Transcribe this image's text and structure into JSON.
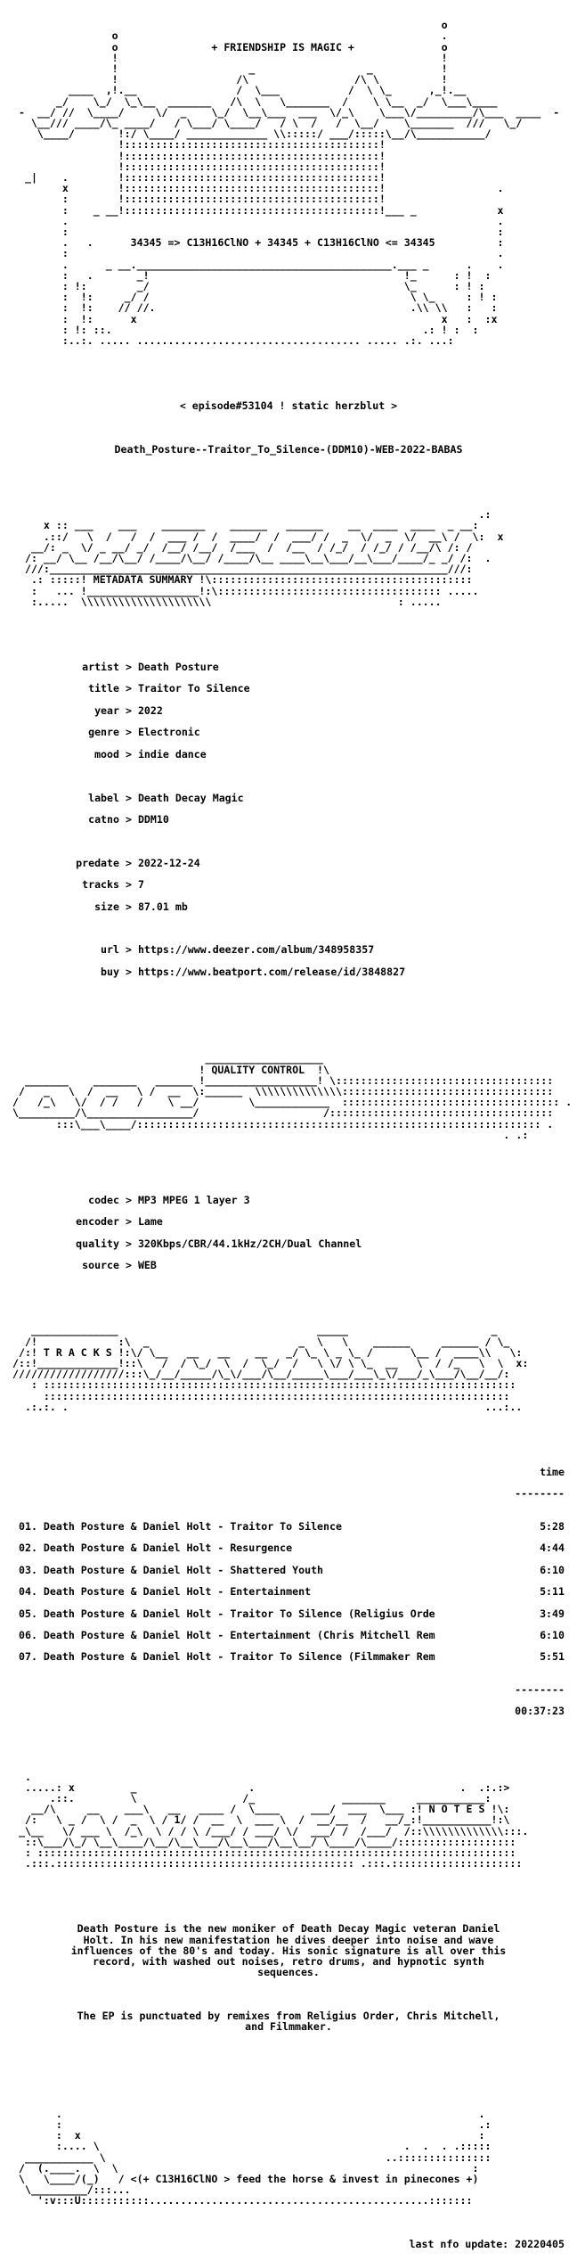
{
  "header_art": "                                                                     o\n                o                                                    .\n                o               + FRIENDSHIP IS MAGIC +              o\n                !                                                    !\n                !                     _                  _           !\n                !                   /\\                 /\\ \\          !\n         ____  ,!.__                /  \\___           /  \\ \\_      ,_!.__\n       _/    \\_/  \\_\\__  _______   /\\  \\   \\_______  /    \\ \\__  _/  \\___\\____\n -  __/ //  \\____/     \\/  _    \\_/  \\__\\___  ___  \\/_\\    \\___\\/_________/\\___  ____  -\n   \\__/// ____/\\_ ____/   / \\___/ \\____/   / \\  /   /  \\__/    \\_______  ///   \\_/\n    \\____/       !:/ \\____/ _____________ \\\\:::::/ ___/:::::\\__/\\___________/ \n                 !:::::::::::::::::::::::::::::::::::::::::!\n                 !:::::::::::::::::::::::::::::::::::::::::!\n                 !:::::::::::::::::::::::::::::::::::::::::!\n  _|    .        !:::::::::::::::::::::::::::::::::::::::::!\n        x        !:::::::::::::::::::::::::::::::::::::::::!                  .\n        :        !:::::::::::::::::::::::::::::::::::::::::!\n        :    _ __!:::::::::::::::::::::::::::::::::::::::::!___ _             x\n        .                                                                     .\n        :                                                                     :\n        .   .      34345 => C13H16ClNO + 34345 + C13H16ClNO <= 34345          :\n        :                                                                     .\n        .      _ __._________________________________________.___ _      .    .\n        :   .       _!                                         !_      : !  :\n        : !:        _/                                         \\_      : ! :\n        :  !:     _/ /                                          \\ \\_     : ! :\n        :  !:    // //.                                         .\\\\ \\\\   :   :\n        :  !:      x                                                 x   :  :x\n        : !: ::.                                                  .: ! :  :\n        :..:. ..... .................................... ..... .:. ...:",
  "release": {
    "episode": "< episode#53104 ! static herzblut >",
    "name": "Death_Posture--Traitor_To_Silence-(DDM10)-WEB-2022-BABAS"
  },
  "metadata_art": "                                                                           .:\n     x :: ___    ___    _______    ______   ______    __  ____  ____  _ __:\n     .::/   \\  /   /  /  ___ /  /  ____/  /  ___/ /  _  \\/  _  \\/  __\\ /  \\:  x\n   __/: _  \\/ _ __/ _/  /__/ /__/  /___  /  /__  / /_/  / /_/ / /__/\\ /: /\n  /: __/ \\__ /__/\\__/ /____/\\__/ /____/\\__ ____\\__\\___/__\\___/____/_ _/ /:  .\n  ///:________________________________________________________________///:\n   .: :::::! METADATA SUMMARY !\\::::::::::::::::::::::::::::::::::::::::::\n   :   ... !__________________!:\\:::::::::::::::::::::::::::::::::::: .....\n   :.....  \\\\\\\\\\\\\\\\\\\\\\\\\\\\\\\\\\\\\\\\\\                              : .....",
  "metadata_label": "METADATA SUMMARY",
  "metadata": {
    "artist": "Death Posture",
    "title": "Traitor To Silence",
    "year": "2022",
    "genre": "Electronic",
    "mood": "indie dance",
    "label": "Death Decay Magic",
    "catno": "DDM10",
    "predate": "2022-12-24",
    "tracks": "7",
    "size": "87.01 mb",
    "url": "https://www.deezer.com/album/348958357",
    "buy": "https://www.beatport.com/release/id/3848827"
  },
  "metadata_keys": {
    "artist": "artist",
    "title": "title",
    "year": "year",
    "genre": "genre",
    "mood": "mood",
    "label": "label",
    "catno": "catno",
    "predate": "predate",
    "tracks": "tracks",
    "size": "size",
    "url": "url",
    "buy": "buy"
  },
  "quality_art": "                               ___________________\n                              ! QUALITY CONTROL  !\\\n  _______    _______   ______ !__________________! \\:::::::::::::::::::::::::::::::::::\n /   _   \\  /  __   \\ /  __  \\:______  \\\\\\\\\\\\\\\\\\\\\\\\\\\\::::::::::::::::::::::::::::::::::\n/   /_\\   \\/  / /   /    \\ __/        \\____________  ::::::::::::::::::::::::::::::::::: .\n\\_________/\\_________________/                    /::::::::::::::::::::::::::::::::::::\n       :::\\___\\____/::::::::::::::::::::::::::::::::::::::::::::::::::::::::::::::::: .\n                                                                               . .:",
  "quality_label": "QUALITY CONTROL",
  "quality": {
    "codec": "MP3 MPEG 1 layer 3",
    "encoder": "Lame",
    "quality": "320Kbps/CBR/44.1kHz/2CH/Dual Channel",
    "source": "WEB"
  },
  "quality_keys": {
    "codec": "codec",
    "encoder": "encoder",
    "quality": "quality",
    "source": "source"
  },
  "tracks_art": "   ______________                                _____                       _\n  /!             :\\  _                        _  \\   \\    ______     ______ / \\_\n /:! T R A C K S !:\\/ \\__   __   __    __   _/ \\_ \\ _ \\_ /      \\__ /  ____\\\\   \\:\n/::!_____________!::\\   /  / \\_/  \\  /  \\_/  /   \\ \\/ \\ \\_  __   \\  / /_   \\  \\  x:\n//////////////////:::\\_/__/_____/\\_\\/___/\\__/_____\\___/___\\_\\/___/_\\___/\\__/__/:\n   : ::::::::::::::::::::::::::::::::::::::::::::::::::::::::::::::::::::::::::::\n     :::::::::::::::::::::::::::::::::::::::::::::::::::::::::::::::::::::::::::\n  .:.:. .                                                                   ...:..",
  "tracks_label": "T R A C K S",
  "tracklist": {
    "time_header": "time",
    "separator": "--------",
    "items": [
      {
        "num": "01.",
        "title": "Death Posture & Daniel Holt - Traitor To Silence",
        "time": "5:28"
      },
      {
        "num": "02.",
        "title": "Death Posture & Daniel Holt - Resurgence",
        "time": "4:44"
      },
      {
        "num": "03.",
        "title": "Death Posture & Daniel Holt - Shattered Youth",
        "time": "6:10"
      },
      {
        "num": "04.",
        "title": "Death Posture & Daniel Holt - Entertainment",
        "time": "5:11"
      },
      {
        "num": "05.",
        "title": "Death Posture & Daniel Holt - Traitor To Silence (Religius Orde",
        "time": "3:49"
      },
      {
        "num": "06.",
        "title": "Death Posture & Daniel Holt - Entertainment (Chris Mitchell Rem",
        "time": "6:10"
      },
      {
        "num": "07.",
        "title": "Death Posture & Daniel Holt - Traitor To Silence (Filmmaker Rem",
        "time": "5:51"
      }
    ],
    "total_separator": "--------",
    "total": "00:37:23"
  },
  "notes_art": "  .\n  .....: x         _                  .                                 .  .:.:>\n      .::.         \\                 /_              _______     ___________:\n   __/\\     __    ___\\   __   ____ /  \\____     ___/  ___  \\___ :! N O T E S !\\:\n  /:   \\ _ /  \\ /  _  \\ / 1/ /  __  \\  ___ \\  /  __/__  /   __/_:!___________!:\\\n _\\__   \\/ ___ \\  /_\\  \\ / / \\ /___/ / ___/ \\/  ___/ /  /___/  /::\\\\\\\\\\\\\\\\\\\\\\\\\\:::.\n  ::\\___/\\_/ \\__\\____/\\__/\\__\\___/\\__\\___/\\__\\__/ \\____/\\____/:::::::::::::::::::\n  : :::::::::::::::::::::::::::::::::::::::::::::::::::::::::::::::::::::::::::::\n  .:::.:::::::::::::::::::::::::::::::::::::::::::::::: .:::.:::::::::::::::::::::",
  "notes_label": "N O T E S",
  "notes": {
    "paragraph1": "Death Posture is the new moniker of Death Decay Magic veteran Daniel\nHolt. In his new manifestation he dives deeper into noise and wave\ninfluences of the 80's and today. His sonic signature is all over this\nrecord, with washed out noises, retro drums, and hypnotic synth\nsequences.",
    "paragraph2": "The EP is punctuated by remixes from Religius Order, Chris Mitchell,\nand Filmmaker."
  },
  "footer_art": "       .                                                                   .\n       :                                                                   .:\n       :  x                                                                :\n       :.... \\                                                 .  .  . .:::::\n  ___________ \\                                             ..:::::::::::::::\n /  (.____.  \\  \\                                                         :\n \\   \\____/(_)   /",
  "footer": {
    "tagline": "<(+ C13H16ClNO > feed the horse & invest in pinecones +)",
    "art_tail": "  \\_________/:::...\n    ':v:::U:::::::::::.............................................:::::::",
    "last_update": "last nfo update: 20220405"
  }
}
